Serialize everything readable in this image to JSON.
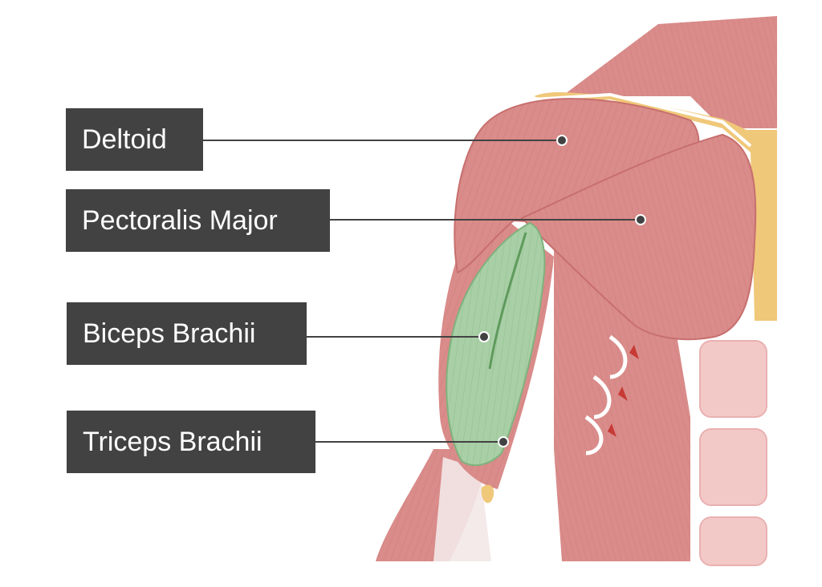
{
  "labels": {
    "deltoid": "Deltoid",
    "pectoralis_major": "Pectoralis Major",
    "biceps_brachii": "Biceps Brachii",
    "triceps_brachii": "Triceps Brachii"
  },
  "colors": {
    "label_background": "#424242",
    "label_text": "#ffffff",
    "leader_line": "#424242",
    "muscle": "#d98c8a",
    "muscle_highlight": "#a8cfa6",
    "bone": "#f0c87a",
    "tendon": "#f3e8e8",
    "abdominal": "#f3c9c8"
  }
}
